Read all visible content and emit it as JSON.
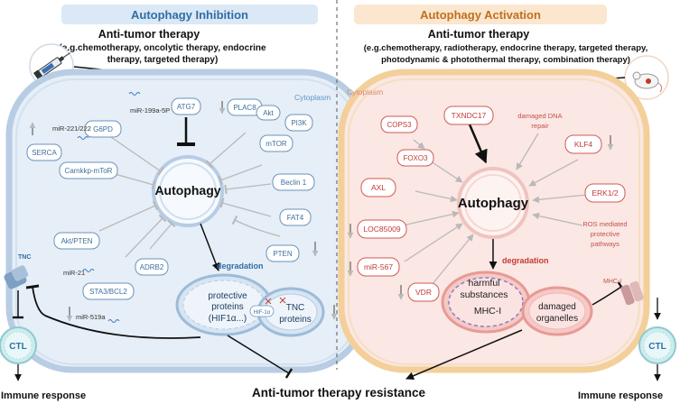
{
  "left": {
    "banner": "Autophagy Inhibition",
    "therapy_title": "Anti-tumor therapy",
    "therapy_examples": [
      "(e.g.chemotherapy, oncolytic therapy, endocrine",
      "therapy, targeted therapy)"
    ],
    "cytoplasm_label": "Cytoplasm",
    "center_label": "Autophagy",
    "degradation_label": "degradation",
    "nodes": {
      "atg7": "ATG7",
      "plac8": "PLAC8",
      "akt": "Akt",
      "pi3k": "PI3K",
      "mtor": "mTOR",
      "g6pd": "G6PD",
      "serca": "SERCA",
      "camkkp": "Camkkp-mToR",
      "beclin1": "Beclin 1",
      "fat4": "FAT4",
      "akt_pten": "Akt/PTEN",
      "adrb2": "ADRB2",
      "pten": "PTEN",
      "stat3": "STA3/BCL2"
    },
    "mirnas": {
      "mir199a": "miR-199a-5P",
      "mir221": "miR-221/222",
      "mir21": "miR-21",
      "mir519a": "miR-519a"
    },
    "tnc_label": "TNC",
    "vesicle": {
      "protective_1": "protective",
      "protective_2": "proteins",
      "protective_3": "(HIF1α...)",
      "hif_label": "HIF-1α",
      "tnc_1": "TNC",
      "tnc_2": "proteins"
    },
    "ctl_label": "CTL",
    "immune_label": "Immune response"
  },
  "right": {
    "banner": "Autophagy Activation",
    "therapy_title": "Anti-tumor therapy",
    "therapy_examples": [
      "(e.g.chemotherapy, radiotherapy, endocrine therapy, targeted therapy,",
      "photodynamic & photothermal therapy, combination therapy)"
    ],
    "cytoplasm_label": "Cytoplasm",
    "center_label": "Autophagy",
    "degradation_label": "degradation",
    "nodes": {
      "txndc17": "TXNDC17",
      "cops3": "COPS3",
      "foxo3": "FOXO3",
      "klf4": "KLF4",
      "axl": "AXL",
      "erk": "ERK1/2",
      "loc": "LOC85009",
      "mir567": "miR-567",
      "vdr": "VDR"
    },
    "damaged_dna_1": "damaged DNA",
    "damaged_dna_2": "repair",
    "ros_1": "ROS mediated",
    "ros_2": "protective",
    "ros_3": "pathways",
    "vesicle": {
      "harmful_1": "harmful",
      "harmful_2": "substances",
      "mhc": "MHC-I",
      "damaged_1": "damaged",
      "damaged_2": "organelles"
    },
    "mhc_label": "MHC-I",
    "ctl_label": "CTL",
    "immune_label": "Immune response"
  },
  "bottom_label": "Anti-tumor therapy resistance",
  "colors": {
    "left_banner_bg": "#dbe8f5",
    "left_banner_text": "#2f6ea5",
    "right_banner_bg": "#fbe6cf",
    "right_banner_text": "#c0701e",
    "left_cell_fill": "#e6eef7",
    "left_cell_stroke": "#b8cde3",
    "right_cell_fill": "#fbe7e3",
    "right_cell_stroke": "#f3cf9a",
    "node_left": "#3e6f9e",
    "node_right": "#c23b35"
  }
}
